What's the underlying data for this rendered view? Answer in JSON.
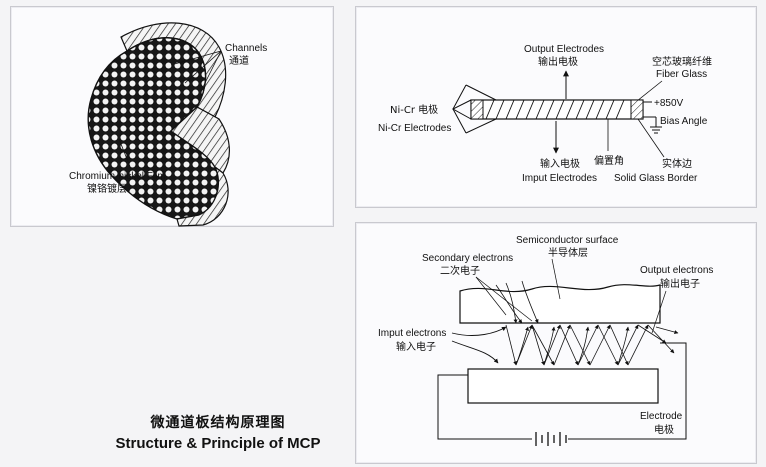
{
  "title": {
    "zh": "微通道板结构原理图",
    "en": "Structure & Principle of MCP"
  },
  "mcp_panel": {
    "channels_en": "Channels",
    "channels_zh": "通道",
    "film_en": "Chromium-nickel Film",
    "film_zh": "镍铬镀层"
  },
  "structure_panel": {
    "output_electrodes_en": "Output Electrodes",
    "output_electrodes_zh": "输出电极",
    "fiber_glass_zh": "空芯玻璃纤维",
    "fiber_glass_en": "Fiber Glass",
    "voltage": "+850V",
    "nicr_zh": "Ni-Cr 电极",
    "nicr_en": "Ni-Cr Electrodes",
    "bias_angle_en": "Bias Angle",
    "input_electrodes_zh": "输入电极",
    "input_electrodes_en": "Imput Electrodes",
    "bias_angle_zh": "偏置角",
    "solid_border_zh": "实体边",
    "solid_border_en": "Solid Glass Border"
  },
  "principle_panel": {
    "semiconductor_en": "Semiconductor surface",
    "semiconductor_zh": "半导体层",
    "secondary_en": "Secondary electrons",
    "secondary_zh": "二次电子",
    "output_en": "Output electrons",
    "output_zh": "输出电子",
    "input_en": "Imput electrons",
    "input_zh": "输入电子",
    "electrode_en": "Electrode",
    "electrode_zh": "电极"
  }
}
